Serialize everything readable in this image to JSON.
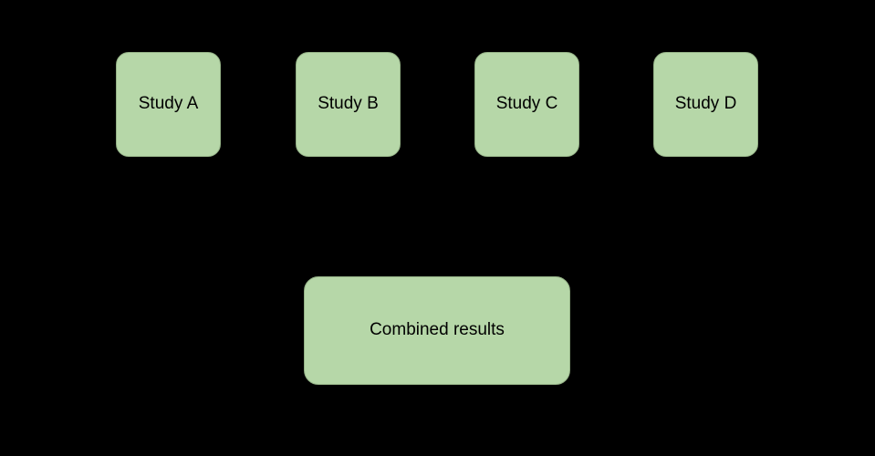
{
  "diagram": {
    "background_color": "#000000",
    "node_fill_color": "#b6d7a8",
    "node_border_color": "#94b186",
    "text_color": "#000000",
    "studies": [
      {
        "label": "Study A"
      },
      {
        "label": "Study B"
      },
      {
        "label": "Study C"
      },
      {
        "label": "Study D"
      }
    ],
    "combined": {
      "label": "Combined results"
    }
  }
}
